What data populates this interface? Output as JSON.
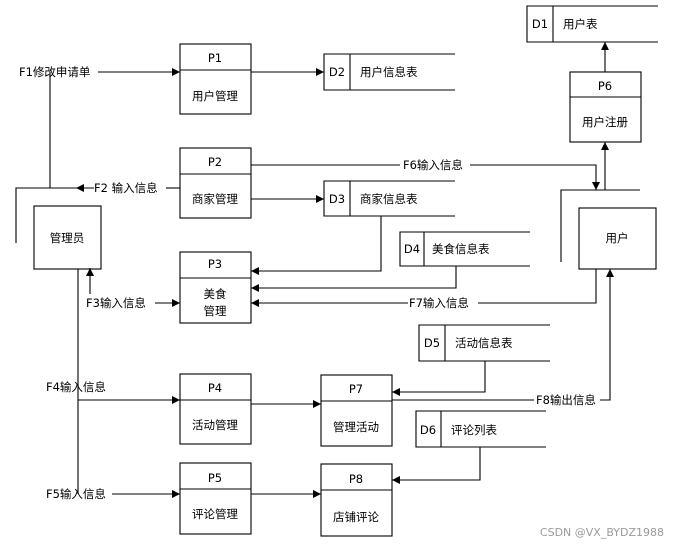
{
  "processes": {
    "p1": {
      "id": "P1",
      "name": "用户管理"
    },
    "p2": {
      "id": "P2",
      "name": "商家管理"
    },
    "p3": {
      "id": "P3",
      "name_line1": "美食",
      "name_line2": "管理"
    },
    "p4": {
      "id": "P4",
      "name": "活动管理"
    },
    "p5": {
      "id": "P5",
      "name": "评论管理"
    },
    "p6": {
      "id": "P6",
      "name": "用户注册"
    },
    "p7": {
      "id": "P7",
      "name": "管理活动"
    },
    "p8": {
      "id": "P8",
      "name": "店铺评论"
    }
  },
  "stores": {
    "d1": {
      "id": "D1",
      "name": "用户表"
    },
    "d2": {
      "id": "D2",
      "name": "用户信息表"
    },
    "d3": {
      "id": "D3",
      "name": "商家信息表"
    },
    "d4": {
      "id": "D4",
      "name": "美食信息表"
    },
    "d5": {
      "id": "D5",
      "name": "活动信息表"
    },
    "d6": {
      "id": "D6",
      "name": "评论列表"
    }
  },
  "entities": {
    "admin": "管理员",
    "user": "用户"
  },
  "flows": {
    "f1": "F1修改申请单",
    "f2": "F2 输入信息",
    "f3": "F3输入信息",
    "f4": "F4输入信息",
    "f5": "F5输入信息",
    "f6": "F6输入信息",
    "f7": "F7输入信息",
    "f8": "F8输出信息"
  },
  "watermark": "CSDN @VX_BYDZ1988"
}
